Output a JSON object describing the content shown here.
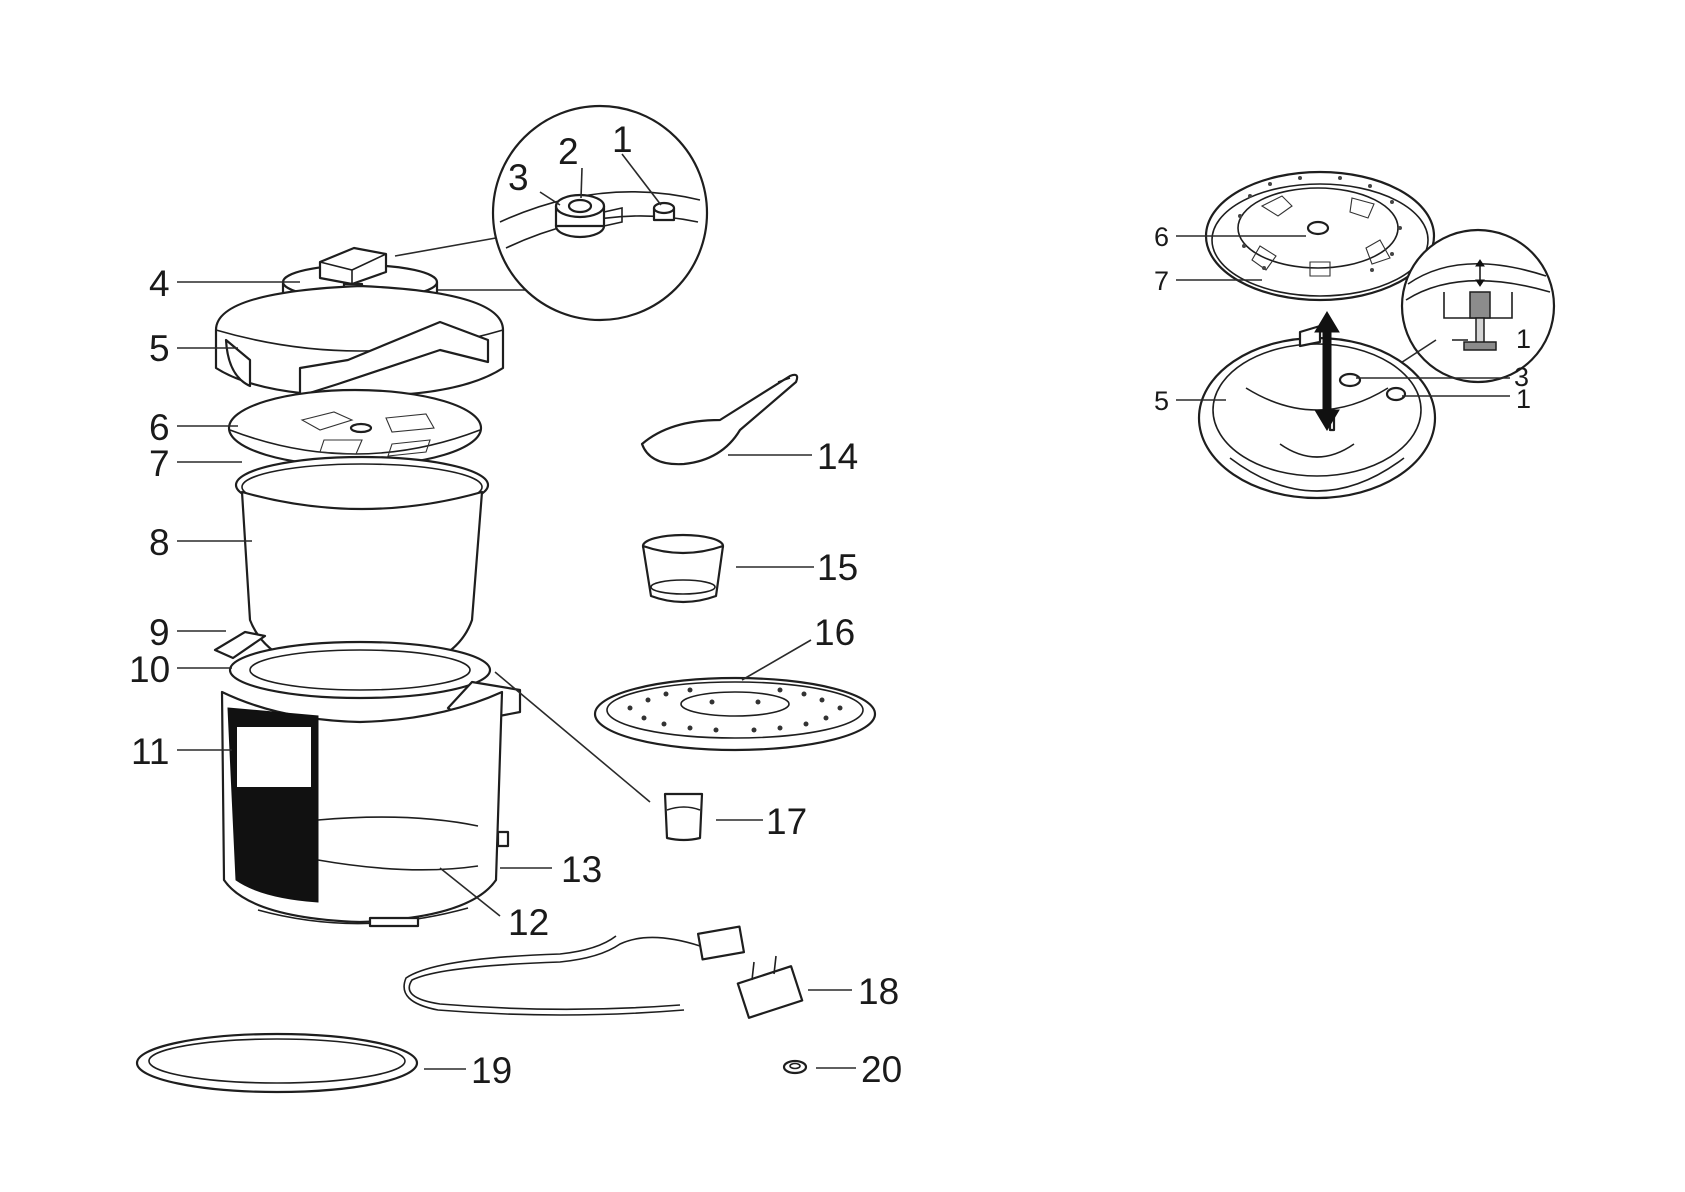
{
  "figure": {
    "main_labels": [
      "1",
      "2",
      "3",
      "4",
      "5",
      "6",
      "7",
      "8",
      "9",
      "10",
      "11",
      "12",
      "13",
      "14",
      "15",
      "16",
      "17",
      "18",
      "19",
      "20"
    ],
    "lid_labels": [
      "6",
      "7",
      "5",
      "1",
      "3",
      "1"
    ]
  }
}
